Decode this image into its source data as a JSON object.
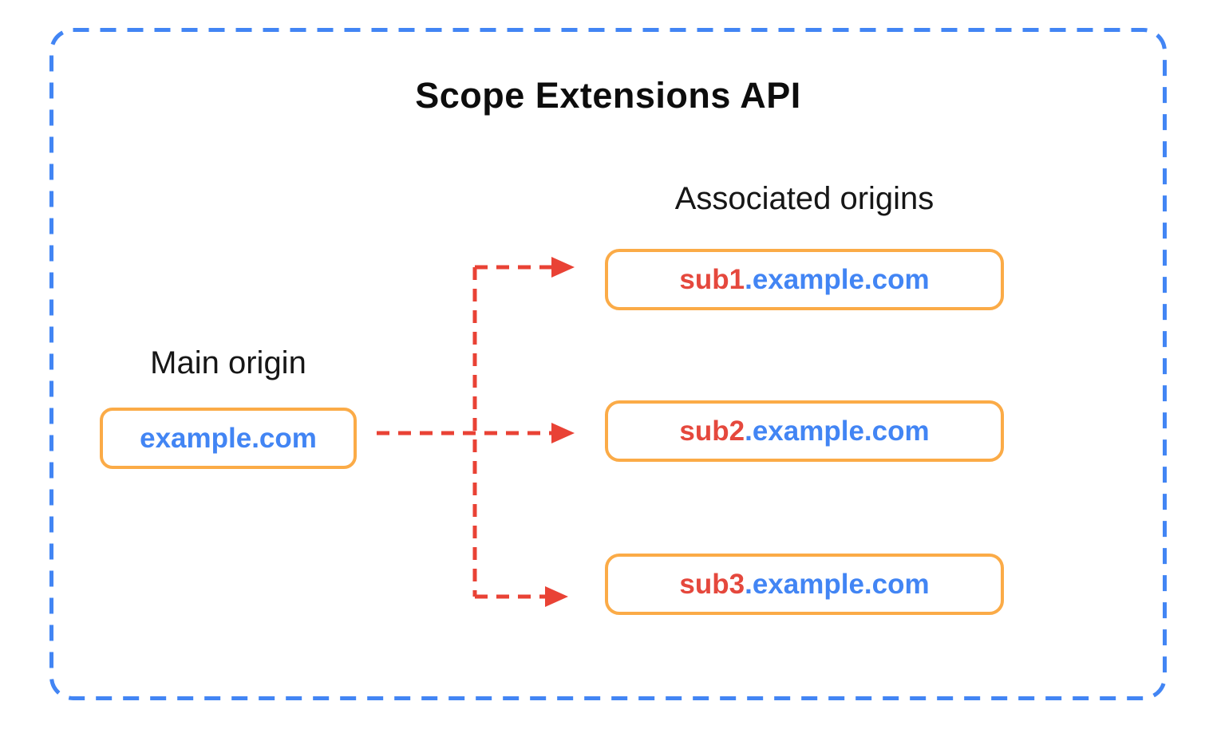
{
  "diagram": {
    "title": "Scope Extensions API",
    "main_origin": {
      "label": "Main origin",
      "domain": "example.com"
    },
    "associated_origins": {
      "label": "Associated origins",
      "items": [
        {
          "prefix": "sub1",
          "suffix": ".example.com"
        },
        {
          "prefix": "sub2",
          "suffix": ".example.com"
        },
        {
          "prefix": "sub3",
          "suffix": ".example.com"
        }
      ]
    },
    "colors": {
      "outer_border_blue": "#4285f4",
      "box_border_orange": "#fbab47",
      "arrow_red": "#e94235",
      "prefix_red": "#e5483d",
      "domain_blue": "#4285f4",
      "title_black": "#0d0d0d"
    }
  }
}
